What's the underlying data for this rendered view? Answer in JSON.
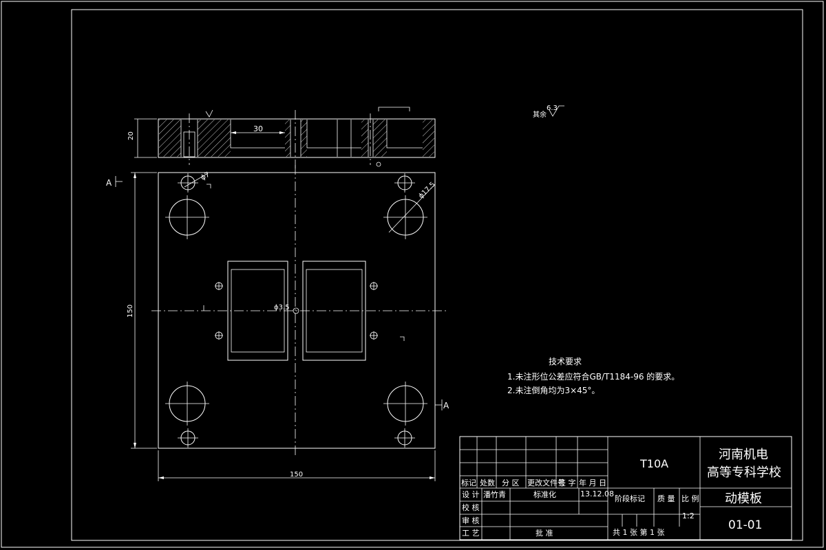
{
  "dimensions": {
    "top_width": "30",
    "side_height": "20",
    "height": "150",
    "width": "150",
    "dia_small": "ϕ7",
    "dia_large": "ϕ17.5",
    "dia_center": "ϕ3.5"
  },
  "section_labels": {
    "left": "A",
    "right": "A"
  },
  "roughness": {
    "label": "其余",
    "value": "6.3"
  },
  "tech": {
    "title": "技术要求",
    "line1": "1.未注形位公差应符合GB/T1184-96 的要求。",
    "line2": "2.未注倒角均为3×45°。"
  },
  "title_block": {
    "material": "T10A",
    "school_line1": "河南机电",
    "school_line2": "高等专科学校",
    "part_name": "动模板",
    "drawing_no": "01-01",
    "col_mark": "标记",
    "col_count": "处数",
    "col_zone": "分 区",
    "col_doc": "更改文件号",
    "col_sign": "签 字",
    "col_date": "年 月 日",
    "design": "设 计",
    "designer": "潘竹青",
    "standard": "标准化",
    "date": "13.12.08",
    "check": "校 核",
    "review": "审 核",
    "process": "工 艺",
    "approve": "批 准",
    "stage": "阶段标记",
    "weight": "质 量",
    "scale_label": "比 例",
    "scale": "1:2",
    "sheets": "共 1 张 第 1 张"
  }
}
